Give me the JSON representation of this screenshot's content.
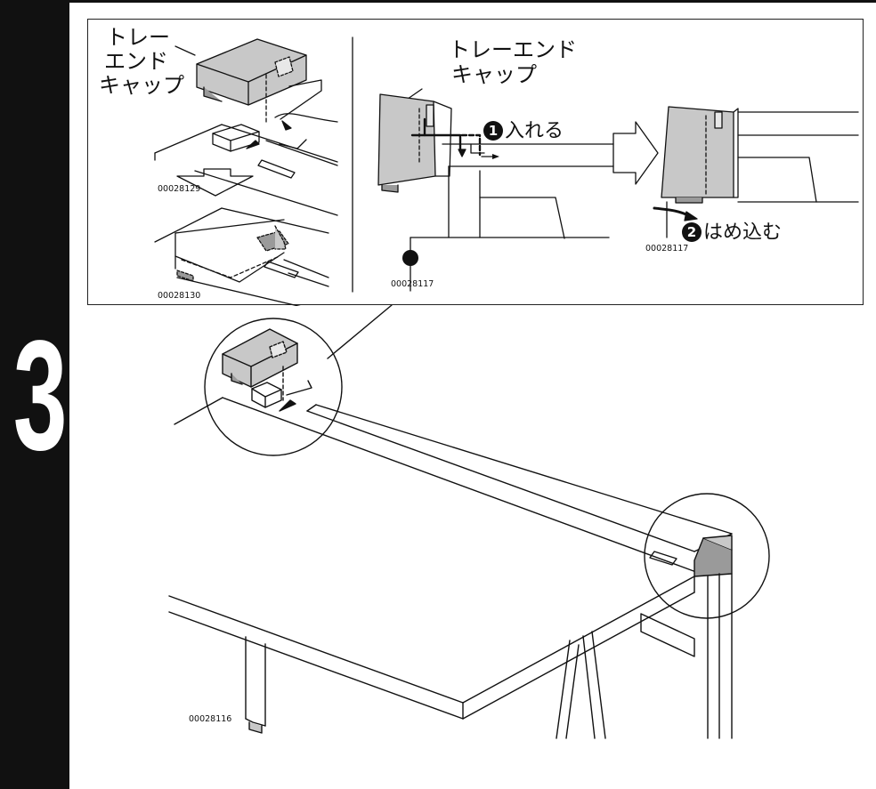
{
  "step": {
    "number": "3"
  },
  "inset": {
    "left_label": {
      "line1": "トレー",
      "line2": "エンド",
      "line3": "キャップ"
    },
    "right_label": {
      "line1": "トレーエンド",
      "line2": "キャップ"
    },
    "action1": {
      "num": "1",
      "text": "入れる"
    },
    "action2": {
      "num": "2",
      "text": "はめ込む"
    },
    "codes": {
      "a": "00028129",
      "b": "00028130",
      "c": "00028117",
      "d": "00028117"
    }
  },
  "main": {
    "code": "00028116"
  },
  "colors": {
    "sidebar": "#111111",
    "cap_fill": "#c8c8c8",
    "line": "#111111"
  }
}
